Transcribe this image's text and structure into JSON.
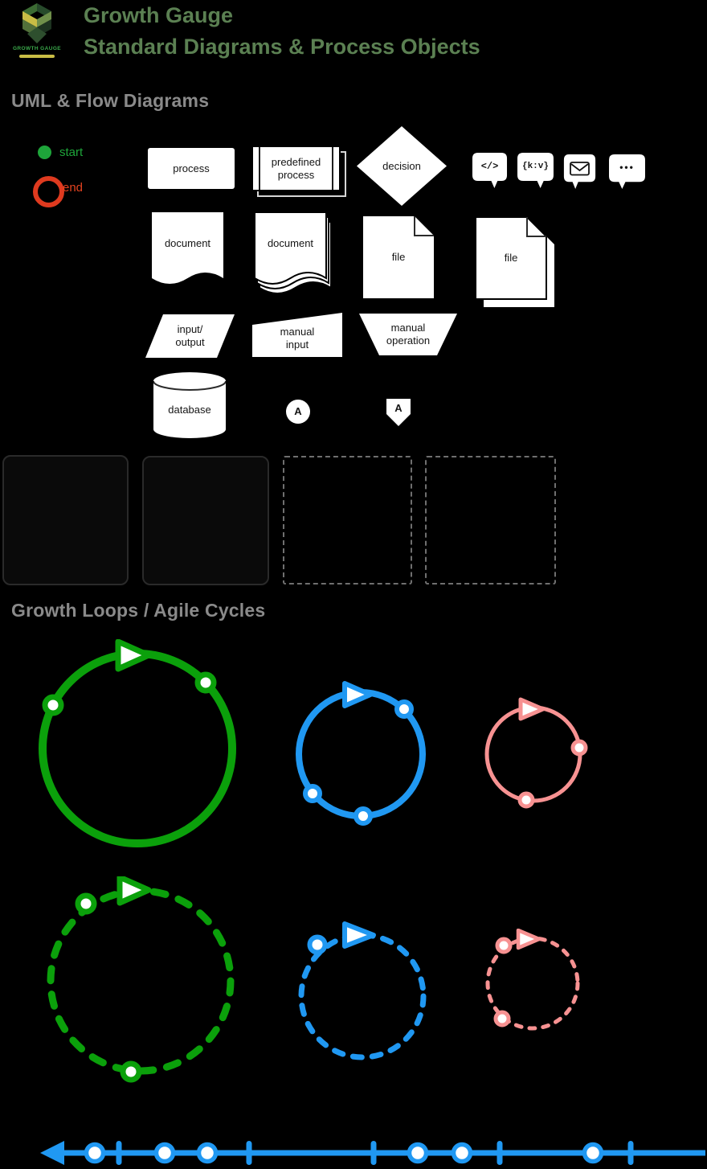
{
  "colors": {
    "background": "#000000",
    "brand_green": "#5b8052",
    "section_heading_gray": "#8a8a8a",
    "start_green": "#1ea53a",
    "end_red": "#df3a1f",
    "loop_green": "#0ba00b",
    "loop_blue": "#2098f2",
    "loop_pink": "#f79292",
    "timeline_blue": "#2098f2",
    "shape_fill": "#ffffff",
    "shape_text": "#151515"
  },
  "header": {
    "title_line1": "Growth Gauge",
    "title_line2": "Standard Diagrams & Process Objects",
    "logo_caption": "GROWTH GAUGE"
  },
  "sections": {
    "uml_heading": "UML & Flow Diagrams",
    "loops_heading": "Growth Loops / Agile Cycles"
  },
  "legend": {
    "start_label": "start",
    "end_label": "end"
  },
  "stencils": {
    "process": "process",
    "predefined_process": "predefined\nprocess",
    "decision": "decision",
    "code_chip": "</>",
    "keyvalue_chip": "{k:v}",
    "comment_dots": "•••",
    "document": "document",
    "file": "file",
    "input_output": "input/\noutput",
    "manual_input": "manual\ninput",
    "manual_operation": "manual\noperation",
    "database": "database",
    "onpage_connector": "A",
    "offpage_connector": "A"
  },
  "loops": {
    "solid": [
      {
        "color": "#0ba00b",
        "size": "large",
        "style": "solid",
        "nodes": 2
      },
      {
        "color": "#2098f2",
        "size": "medium",
        "style": "solid",
        "nodes": 3
      },
      {
        "color": "#f79292",
        "size": "small",
        "style": "solid",
        "nodes": 2
      }
    ],
    "dashed": [
      {
        "color": "#0ba00b",
        "size": "large",
        "style": "dashed",
        "nodes": 2
      },
      {
        "color": "#2098f2",
        "size": "medium",
        "style": "dashed",
        "nodes": 1
      },
      {
        "color": "#f79292",
        "size": "small",
        "style": "dashed",
        "nodes": 2
      }
    ]
  },
  "timeline": {
    "color": "#2098f2",
    "sequence": [
      "arrow-left",
      "circle",
      "tick",
      "circle",
      "circle",
      "tick",
      "tick",
      "circle",
      "circle",
      "tick",
      "circle",
      "tick"
    ]
  }
}
